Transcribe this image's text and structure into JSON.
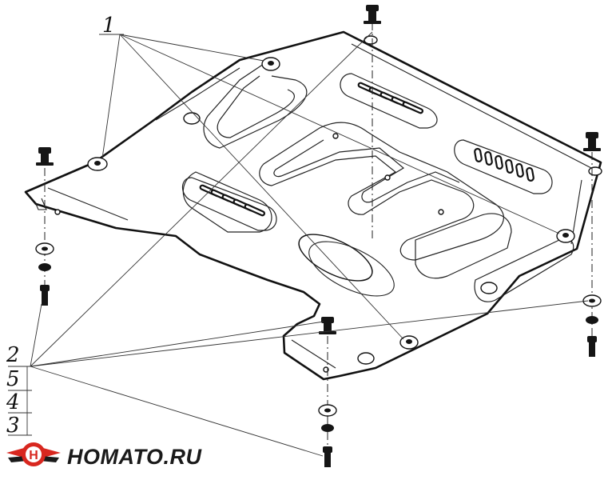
{
  "callouts": {
    "c1": "1",
    "c2": "2",
    "c5": "5",
    "c4": "4",
    "c3": "3"
  },
  "brand": {
    "name": "HOMATO.RU",
    "accent_color": "#d8271f",
    "dark_color": "#1a1a1a"
  },
  "icons": {
    "logo": "winged-wheel-logo",
    "fastener": "bolt-icon"
  }
}
